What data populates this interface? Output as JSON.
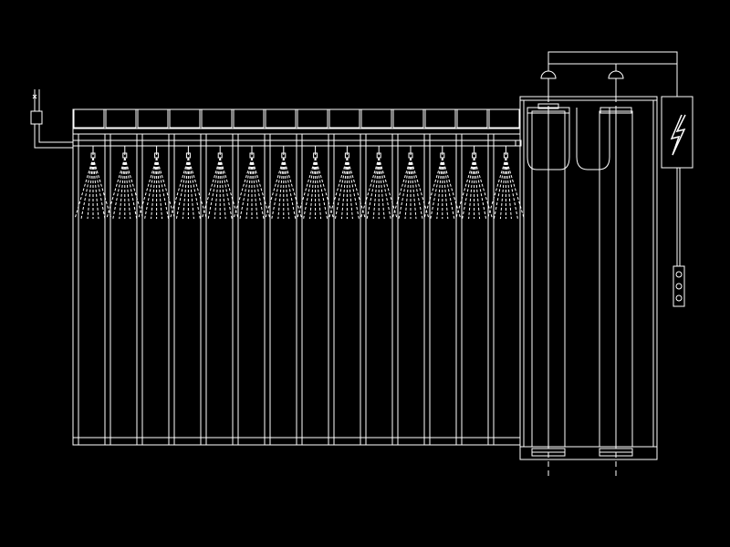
{
  "diagram": {
    "background": "#000000",
    "line_color": "#ffffff",
    "nozzle_count": 14,
    "collector_count": 2,
    "components": {
      "inlet_valve": "valve-icon",
      "spray_header": "spray-header-pipe",
      "nozzles": "spray-nozzle-icon",
      "collectors": "filter-cartridge-icon",
      "sensors": "sensor-dome-icon",
      "power_box": "lightning-bolt-icon",
      "connector": "terminal-block-icon"
    }
  }
}
